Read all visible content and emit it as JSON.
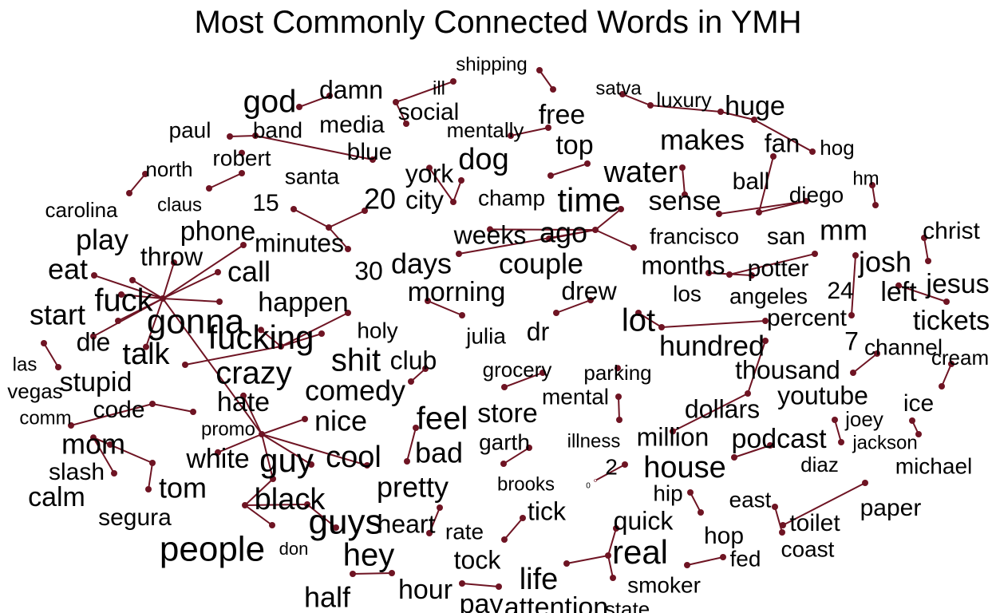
{
  "title": "Most Commonly Connected Words in YMH",
  "colors": {
    "edge": "#6e1423",
    "node": "#6e1423",
    "text": "#000000",
    "background": "#ffffff"
  },
  "words": [
    {
      "id": "shipping",
      "label": "shipping"
    },
    {
      "id": "satva",
      "label": "satva"
    },
    {
      "id": "luxury",
      "label": "luxury"
    },
    {
      "id": "god",
      "label": "god"
    },
    {
      "id": "damn",
      "label": "damn"
    },
    {
      "id": "ill",
      "label": "ill"
    },
    {
      "id": "social",
      "label": "social"
    },
    {
      "id": "free",
      "label": "free"
    },
    {
      "id": "huge",
      "label": "huge"
    },
    {
      "id": "paul",
      "label": "paul"
    },
    {
      "id": "band",
      "label": "band"
    },
    {
      "id": "media",
      "label": "media"
    },
    {
      "id": "mentally",
      "label": "mentally"
    },
    {
      "id": "top",
      "label": "top"
    },
    {
      "id": "makes",
      "label": "makes"
    },
    {
      "id": "fan",
      "label": "fan"
    },
    {
      "id": "hog",
      "label": "hog"
    },
    {
      "id": "robert",
      "label": "robert"
    },
    {
      "id": "blue",
      "label": "blue"
    },
    {
      "id": "dog",
      "label": "dog"
    },
    {
      "id": "north",
      "label": "north"
    },
    {
      "id": "york",
      "label": "york"
    },
    {
      "id": "water",
      "label": "water"
    },
    {
      "id": "santa",
      "label": "santa"
    },
    {
      "id": "ball",
      "label": "ball"
    },
    {
      "id": "hm",
      "label": "hm"
    },
    {
      "id": "claus",
      "label": "claus"
    },
    {
      "id": "carolina",
      "label": "carolina"
    },
    {
      "id": "15",
      "label": "15"
    },
    {
      "id": "20",
      "label": "20"
    },
    {
      "id": "city",
      "label": "city"
    },
    {
      "id": "champ",
      "label": "champ"
    },
    {
      "id": "time",
      "label": "time"
    },
    {
      "id": "sense",
      "label": "sense"
    },
    {
      "id": "diego",
      "label": "diego"
    },
    {
      "id": "phone",
      "label": "phone"
    },
    {
      "id": "play",
      "label": "play"
    },
    {
      "id": "minutes",
      "label": "minutes"
    },
    {
      "id": "weeks",
      "label": "weeks"
    },
    {
      "id": "ago",
      "label": "ago"
    },
    {
      "id": "francisco",
      "label": "francisco"
    },
    {
      "id": "san",
      "label": "san"
    },
    {
      "id": "mm",
      "label": "mm"
    },
    {
      "id": "christ",
      "label": "christ"
    },
    {
      "id": "throw",
      "label": "throw"
    },
    {
      "id": "eat",
      "label": "eat"
    },
    {
      "id": "call",
      "label": "call"
    },
    {
      "id": "30",
      "label": "30"
    },
    {
      "id": "days",
      "label": "days"
    },
    {
      "id": "couple",
      "label": "couple"
    },
    {
      "id": "months",
      "label": "months"
    },
    {
      "id": "potter",
      "label": "potter"
    },
    {
      "id": "josh",
      "label": "josh"
    },
    {
      "id": "jesus",
      "label": "jesus"
    },
    {
      "id": "fuck",
      "label": "fuck"
    },
    {
      "id": "happen",
      "label": "happen"
    },
    {
      "id": "morning",
      "label": "morning"
    },
    {
      "id": "drew",
      "label": "drew"
    },
    {
      "id": "los",
      "label": "los"
    },
    {
      "id": "angeles",
      "label": "angeles"
    },
    {
      "id": "24",
      "label": "24"
    },
    {
      "id": "left",
      "label": "left"
    },
    {
      "id": "start",
      "label": "start"
    },
    {
      "id": "gonna",
      "label": "gonna"
    },
    {
      "id": "lot",
      "label": "lot"
    },
    {
      "id": "percent",
      "label": "percent"
    },
    {
      "id": "tickets",
      "label": "tickets"
    },
    {
      "id": "die",
      "label": "die"
    },
    {
      "id": "fucking",
      "label": "fucking"
    },
    {
      "id": "holy",
      "label": "holy"
    },
    {
      "id": "julia",
      "label": "julia"
    },
    {
      "id": "dr",
      "label": "dr"
    },
    {
      "id": "hundred",
      "label": "hundred"
    },
    {
      "id": "7",
      "label": "7"
    },
    {
      "id": "channel",
      "label": "channel"
    },
    {
      "id": "talk",
      "label": "talk"
    },
    {
      "id": "shit",
      "label": "shit"
    },
    {
      "id": "club",
      "label": "club"
    },
    {
      "id": "las",
      "label": "las"
    },
    {
      "id": "crazy",
      "label": "crazy"
    },
    {
      "id": "grocery",
      "label": "grocery"
    },
    {
      "id": "parking",
      "label": "parking"
    },
    {
      "id": "thousand",
      "label": "thousand"
    },
    {
      "id": "cream",
      "label": "cream"
    },
    {
      "id": "stupid",
      "label": "stupid"
    },
    {
      "id": "comedy",
      "label": "comedy"
    },
    {
      "id": "vegas",
      "label": "vegas"
    },
    {
      "id": "mental",
      "label": "mental"
    },
    {
      "id": "youtube",
      "label": "youtube"
    },
    {
      "id": "ice",
      "label": "ice"
    },
    {
      "id": "hate",
      "label": "hate"
    },
    {
      "id": "code",
      "label": "code"
    },
    {
      "id": "feel",
      "label": "feel"
    },
    {
      "id": "store",
      "label": "store"
    },
    {
      "id": "dollars",
      "label": "dollars"
    },
    {
      "id": "comm",
      "label": "comm"
    },
    {
      "id": "nice",
      "label": "nice"
    },
    {
      "id": "joey",
      "label": "joey"
    },
    {
      "id": "promo",
      "label": "promo"
    },
    {
      "id": "mom",
      "label": "mom"
    },
    {
      "id": "garth",
      "label": "garth"
    },
    {
      "id": "illness",
      "label": "illness"
    },
    {
      "id": "million",
      "label": "million"
    },
    {
      "id": "podcast",
      "label": "podcast"
    },
    {
      "id": "jackson",
      "label": "jackson"
    },
    {
      "id": "white",
      "label": "white"
    },
    {
      "id": "guy",
      "label": "guy"
    },
    {
      "id": "cool",
      "label": "cool"
    },
    {
      "id": "bad",
      "label": "bad"
    },
    {
      "id": "slash",
      "label": "slash"
    },
    {
      "id": "2",
      "label": "2"
    },
    {
      "id": "house",
      "label": "house"
    },
    {
      "id": "diaz",
      "label": "diaz"
    },
    {
      "id": "michael",
      "label": "michael"
    },
    {
      "id": "tom",
      "label": "tom"
    },
    {
      "id": "pretty",
      "label": "pretty"
    },
    {
      "id": "brooks",
      "label": "brooks"
    },
    {
      "id": "0",
      "label": "0"
    },
    {
      "id": "hip",
      "label": "hip"
    },
    {
      "id": "calm",
      "label": "calm"
    },
    {
      "id": "black",
      "label": "black"
    },
    {
      "id": "east",
      "label": "east"
    },
    {
      "id": "paper",
      "label": "paper"
    },
    {
      "id": "tick",
      "label": "tick"
    },
    {
      "id": "quick",
      "label": "quick"
    },
    {
      "id": "segura",
      "label": "segura"
    },
    {
      "id": "guys",
      "label": "guys"
    },
    {
      "id": "heart",
      "label": "heart"
    },
    {
      "id": "toilet",
      "label": "toilet"
    },
    {
      "id": "rate",
      "label": "rate"
    },
    {
      "id": "hop",
      "label": "hop"
    },
    {
      "id": "people",
      "label": "people"
    },
    {
      "id": "don",
      "label": "don"
    },
    {
      "id": "real",
      "label": "real"
    },
    {
      "id": "coast",
      "label": "coast"
    },
    {
      "id": "hey",
      "label": "hey"
    },
    {
      "id": "tock",
      "label": "tock"
    },
    {
      "id": "fed",
      "label": "fed"
    },
    {
      "id": "life",
      "label": "life"
    },
    {
      "id": "smoker",
      "label": "smoker"
    },
    {
      "id": "half",
      "label": "half"
    },
    {
      "id": "hour",
      "label": "hour"
    },
    {
      "id": "pay",
      "label": "pay"
    },
    {
      "id": "attention",
      "label": "attention"
    },
    {
      "id": "state",
      "label": "state"
    }
  ],
  "connections": [
    [
      "shipping",
      "free"
    ],
    [
      "satva",
      "luxury"
    ],
    [
      "luxury",
      "huge"
    ],
    [
      "huge",
      "fan"
    ],
    [
      "god",
      "damn"
    ],
    [
      "ill",
      "social"
    ],
    [
      "social",
      "media"
    ],
    [
      "band",
      "blue"
    ],
    [
      "paul",
      "band"
    ],
    [
      "mentally",
      "top"
    ],
    [
      "makes",
      "sense"
    ],
    [
      "fan",
      "hog"
    ],
    [
      "north",
      "carolina"
    ],
    [
      "santa",
      "claus"
    ],
    [
      "dog",
      "city"
    ],
    [
      "york",
      "city"
    ],
    [
      "champ",
      "water"
    ],
    [
      "ball",
      "diego"
    ],
    [
      "san",
      "diego"
    ],
    [
      "hm",
      "mm"
    ],
    [
      "15",
      "minutes"
    ],
    [
      "20",
      "minutes"
    ],
    [
      "30",
      "minutes"
    ],
    [
      "time",
      "ago"
    ],
    [
      "weeks",
      "ago"
    ],
    [
      "days",
      "ago"
    ],
    [
      "couple",
      "ago"
    ],
    [
      "months",
      "ago"
    ],
    [
      "francisco",
      "san"
    ],
    [
      "los",
      "angeles"
    ],
    [
      "josh",
      "potter"
    ],
    [
      "christ",
      "jesus"
    ],
    [
      "left",
      "tickets"
    ],
    [
      "24",
      "7"
    ],
    [
      "percent",
      "hundred"
    ],
    [
      "morning",
      "julia"
    ],
    [
      "drew",
      "dr"
    ],
    [
      "lot",
      "hundred"
    ],
    [
      "thousand",
      "dollars"
    ],
    [
      "channel",
      "youtube"
    ],
    [
      "cream",
      "ice"
    ],
    [
      "million",
      "dollars"
    ],
    [
      "mental",
      "illness"
    ],
    [
      "grocery",
      "store"
    ],
    [
      "comedy",
      "club"
    ],
    [
      "podcast",
      "house"
    ],
    [
      "joey",
      "diaz"
    ],
    [
      "michael",
      "jackson"
    ],
    [
      "garth",
      "brooks"
    ],
    [
      "2",
      "0"
    ],
    [
      "hip",
      "hop"
    ],
    [
      "east",
      "coast"
    ],
    [
      "toilet",
      "paper"
    ],
    [
      "tick",
      "tock"
    ],
    [
      "heart",
      "rate"
    ],
    [
      "quick",
      "real"
    ],
    [
      "real",
      "life"
    ],
    [
      "real",
      "smoker"
    ],
    [
      "state",
      "fed"
    ],
    [
      "half",
      "hour"
    ],
    [
      "pay",
      "attention"
    ],
    [
      "las",
      "vegas"
    ],
    [
      "code",
      "promo"
    ],
    [
      "mom",
      "slash"
    ],
    [
      "mom",
      "tom"
    ],
    [
      "tom",
      "segura"
    ],
    [
      "calm",
      "mom"
    ],
    [
      "comm",
      "code"
    ],
    [
      "fuck",
      "gonna"
    ],
    [
      "gonna",
      "start"
    ],
    [
      "gonna",
      "play"
    ],
    [
      "gonna",
      "eat"
    ],
    [
      "gonna",
      "throw"
    ],
    [
      "gonna",
      "call"
    ],
    [
      "gonna",
      "phone"
    ],
    [
      "gonna",
      "happen"
    ],
    [
      "gonna",
      "die"
    ],
    [
      "gonna",
      "talk"
    ],
    [
      "gonna",
      "guy"
    ],
    [
      "stupid",
      "crazy"
    ],
    [
      "crazy",
      "holy"
    ],
    [
      "crazy",
      "shit"
    ],
    [
      "fucking",
      "crazy"
    ],
    [
      "nice",
      "guy"
    ],
    [
      "guy",
      "white"
    ],
    [
      "guy",
      "black"
    ],
    [
      "guy",
      "cool"
    ],
    [
      "guy",
      "pretty"
    ],
    [
      "feel",
      "bad"
    ],
    [
      "black",
      "people"
    ],
    [
      "guys",
      "people"
    ],
    [
      "people",
      "don"
    ],
    [
      "hey",
      "guys"
    ],
    [
      "hate",
      "guy"
    ]
  ]
}
